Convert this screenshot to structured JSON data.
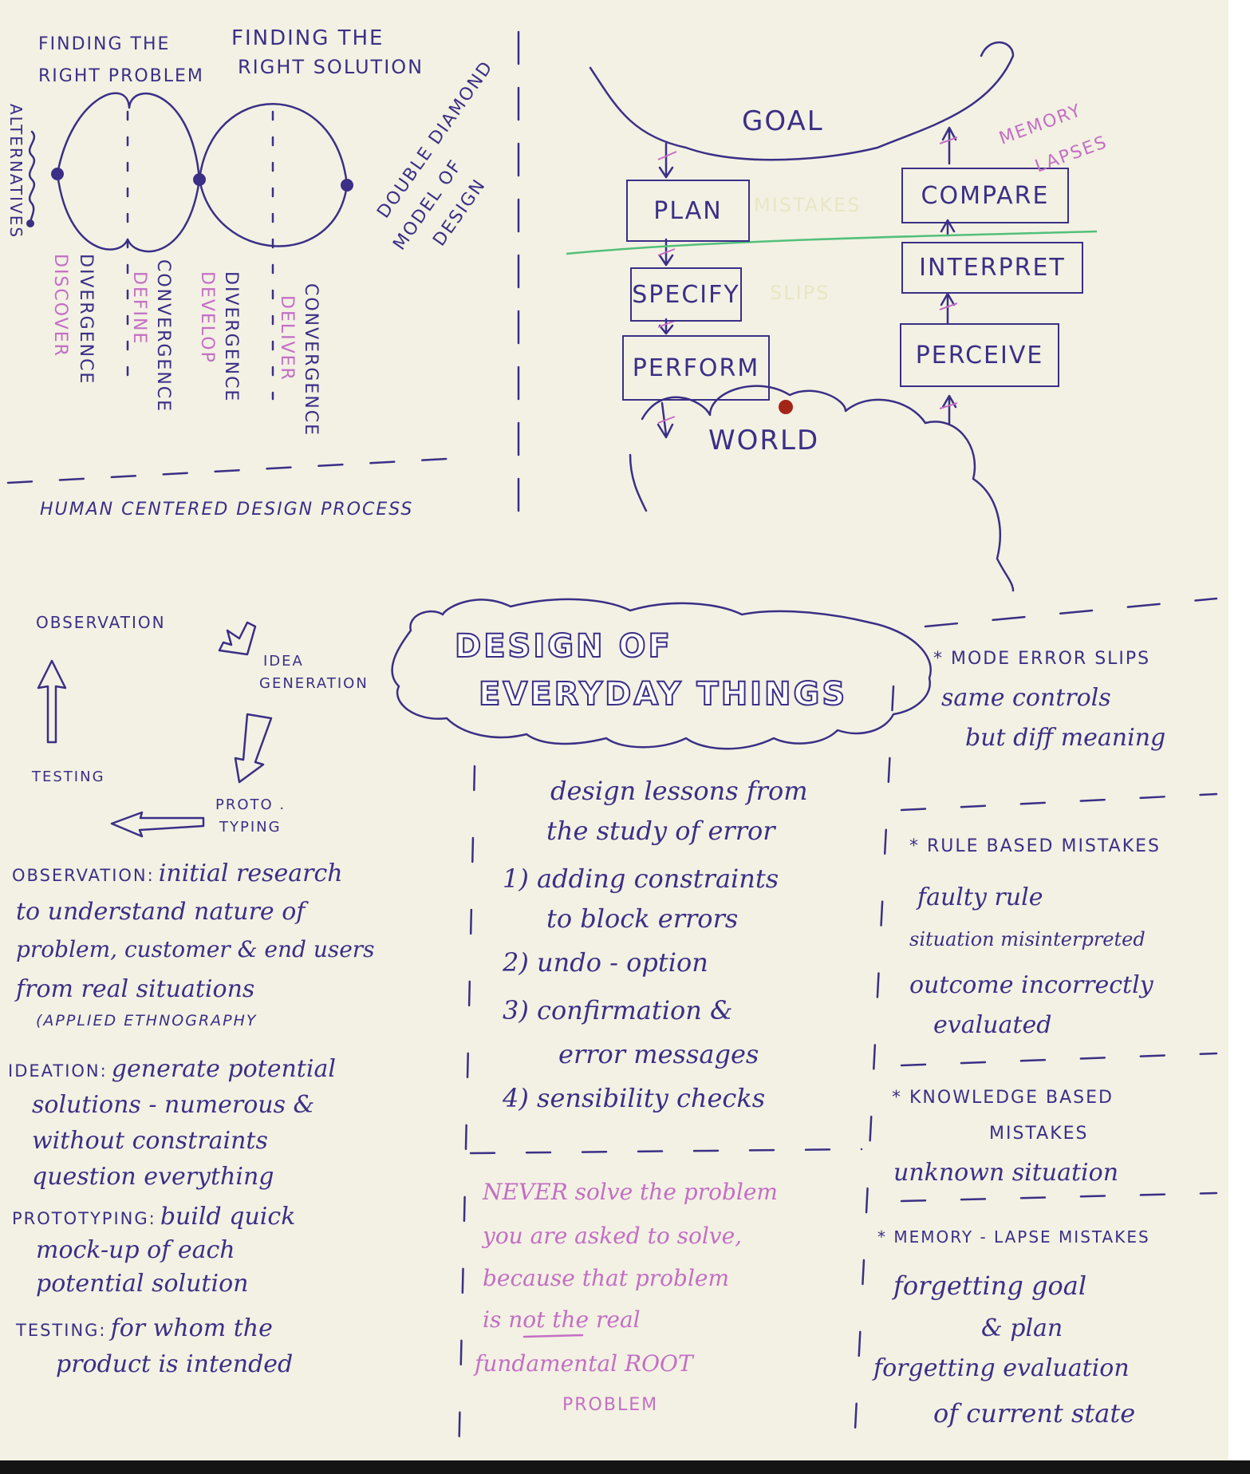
{
  "double_diamond": {
    "problem_heading": [
      "FINDING THE",
      "RIGHT PROBLEM"
    ],
    "solution_heading": [
      "FINDING THE",
      "RIGHT SOLUTION"
    ],
    "alternatives_label": "ALTERNATIVES",
    "model_title": [
      "DOUBLE DIAMOND",
      "MODEL OF",
      "DESIGN"
    ],
    "phases": [
      {
        "label": "DIVERGENCE",
        "sub": "DISCOVER"
      },
      {
        "label": "CONVERGENCE",
        "sub": "DEFINE"
      },
      {
        "label": "DIVERGENCE",
        "sub": "DEVELOP"
      },
      {
        "label": "CONVERGENCE",
        "sub": "DELIVER"
      }
    ]
  },
  "action_cycle": {
    "goal": "GOAL",
    "world": "WORLD",
    "execution_steps": [
      "PLAN",
      "SPECIFY",
      "PERFORM"
    ],
    "evaluation_steps": [
      "COMPARE",
      "INTERPRET",
      "PERCEIVE"
    ],
    "memory_lapses": [
      "MEMORY",
      "LAPSES"
    ],
    "mistakes": "MISTAKES",
    "slips": "SLIPS"
  },
  "hcd": {
    "title": "HUMAN CENTERED DESIGN PROCESS",
    "cycle": {
      "observation": "OBSERVATION",
      "idea_generation": [
        "IDEA",
        "GENERATION"
      ],
      "prototyping": [
        "PROTO .",
        "TYPING"
      ],
      "testing": "TESTING"
    },
    "notes": [
      {
        "label": "OBSERVATION:",
        "lines": [
          "initial research",
          "to understand nature of",
          "problem, customer & end users",
          "from real situations",
          "(APPLIED ETHNOGRAPHY"
        ]
      },
      {
        "label": "IDEATION:",
        "lines": [
          "generate potential",
          "solutions - numerous &",
          "without constraints",
          "question everything"
        ]
      },
      {
        "label": "PROTOTYPING:",
        "lines": [
          "build quick",
          "mock-up of each",
          "potential solution"
        ]
      },
      {
        "label": "TESTING:",
        "lines": [
          "for whom the",
          "product is intended"
        ]
      }
    ]
  },
  "center": {
    "title": [
      "DESIGN OF",
      "EVERYDAY THINGS"
    ],
    "lessons_title": [
      "design lessons from",
      "the study of error"
    ],
    "lessons": [
      "1) adding constraints",
      "to block errors",
      "2) undo - option",
      "3) confirmation &",
      "error messages",
      "4) sensibility checks"
    ],
    "never_note": [
      "NEVER solve the problem",
      "you are asked to solve,",
      "because that problem",
      "is not the real",
      "fundamental ROOT",
      "PROBLEM"
    ]
  },
  "error_types": [
    {
      "title": [
        "* MODE ERROR SLIPS"
      ],
      "items": [
        "same controls",
        "but diff meaning"
      ]
    },
    {
      "title": [
        "* RULE BASED MISTAKES"
      ],
      "items": [
        "faulty rule",
        "situation misinterpreted",
        "outcome incorrectly",
        "evaluated"
      ]
    },
    {
      "title": [
        "* KNOWLEDGE BASED",
        "MISTAKES"
      ],
      "items": [
        "unknown situation"
      ]
    },
    {
      "title": [
        "* MEMORY - LAPSE MISTAKES"
      ],
      "items": [
        "forgetting goal",
        "& plan",
        "forgetting evaluation",
        "of current state"
      ]
    }
  ],
  "colors": {
    "ink": "#3b2f86",
    "pink": "#c36fc4",
    "green": "#52c07a",
    "red": "#a32418",
    "paper": "#f3f1e3"
  }
}
